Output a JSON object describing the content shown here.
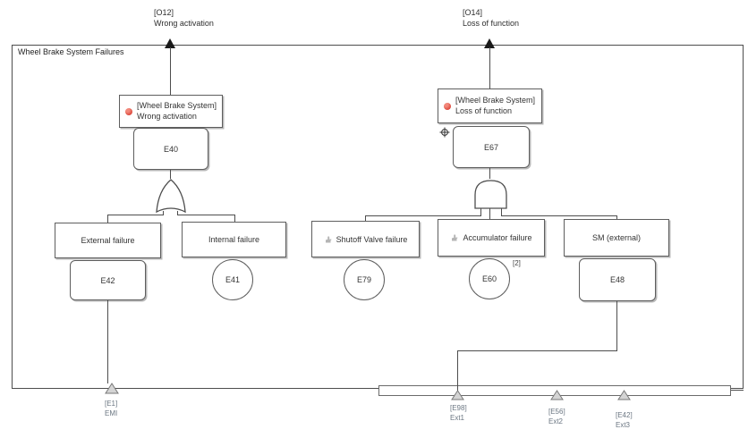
{
  "container": {
    "label": "Wheel Brake System Failures"
  },
  "outputs": {
    "o12": {
      "id": "[O12]",
      "name": "Wrong activation"
    },
    "o14": {
      "id": "[O14]",
      "name": "Loss of function"
    }
  },
  "left_tree": {
    "top_event": {
      "scope": "[Wheel Brake System]",
      "name": "Wrong activation"
    },
    "gate": {
      "event_id": "E40",
      "type": "OR"
    },
    "external_failure": {
      "label": "External failure",
      "event_id": "E42"
    },
    "internal_failure": {
      "label": "Internal failure",
      "event_id": "E41"
    },
    "transfer_emi": {
      "id": "[E1]",
      "name": "EMI"
    }
  },
  "right_tree": {
    "top_event": {
      "scope": "[Wheel Brake System]",
      "name": "Loss of function"
    },
    "gate": {
      "event_id": "E67",
      "type": "AND"
    },
    "shutoff_valve": {
      "label": "Shutoff Valve failure",
      "event_id": "E79"
    },
    "accumulator": {
      "label": "Accumulator failure",
      "event_id": "E60",
      "badge": "[2]"
    },
    "sm_external": {
      "label": "SM (external)",
      "event_id": "E48"
    },
    "transfers": [
      {
        "id": "[E98]",
        "name": "Ext1"
      },
      {
        "id": "[E56]",
        "name": "Ext2"
      },
      {
        "id": "[E42]",
        "name": "Ext3"
      }
    ]
  },
  "colors": {
    "line": "#4d4d4d",
    "red_dot": "#dd4b3e",
    "muted_label": "#6b7682"
  }
}
